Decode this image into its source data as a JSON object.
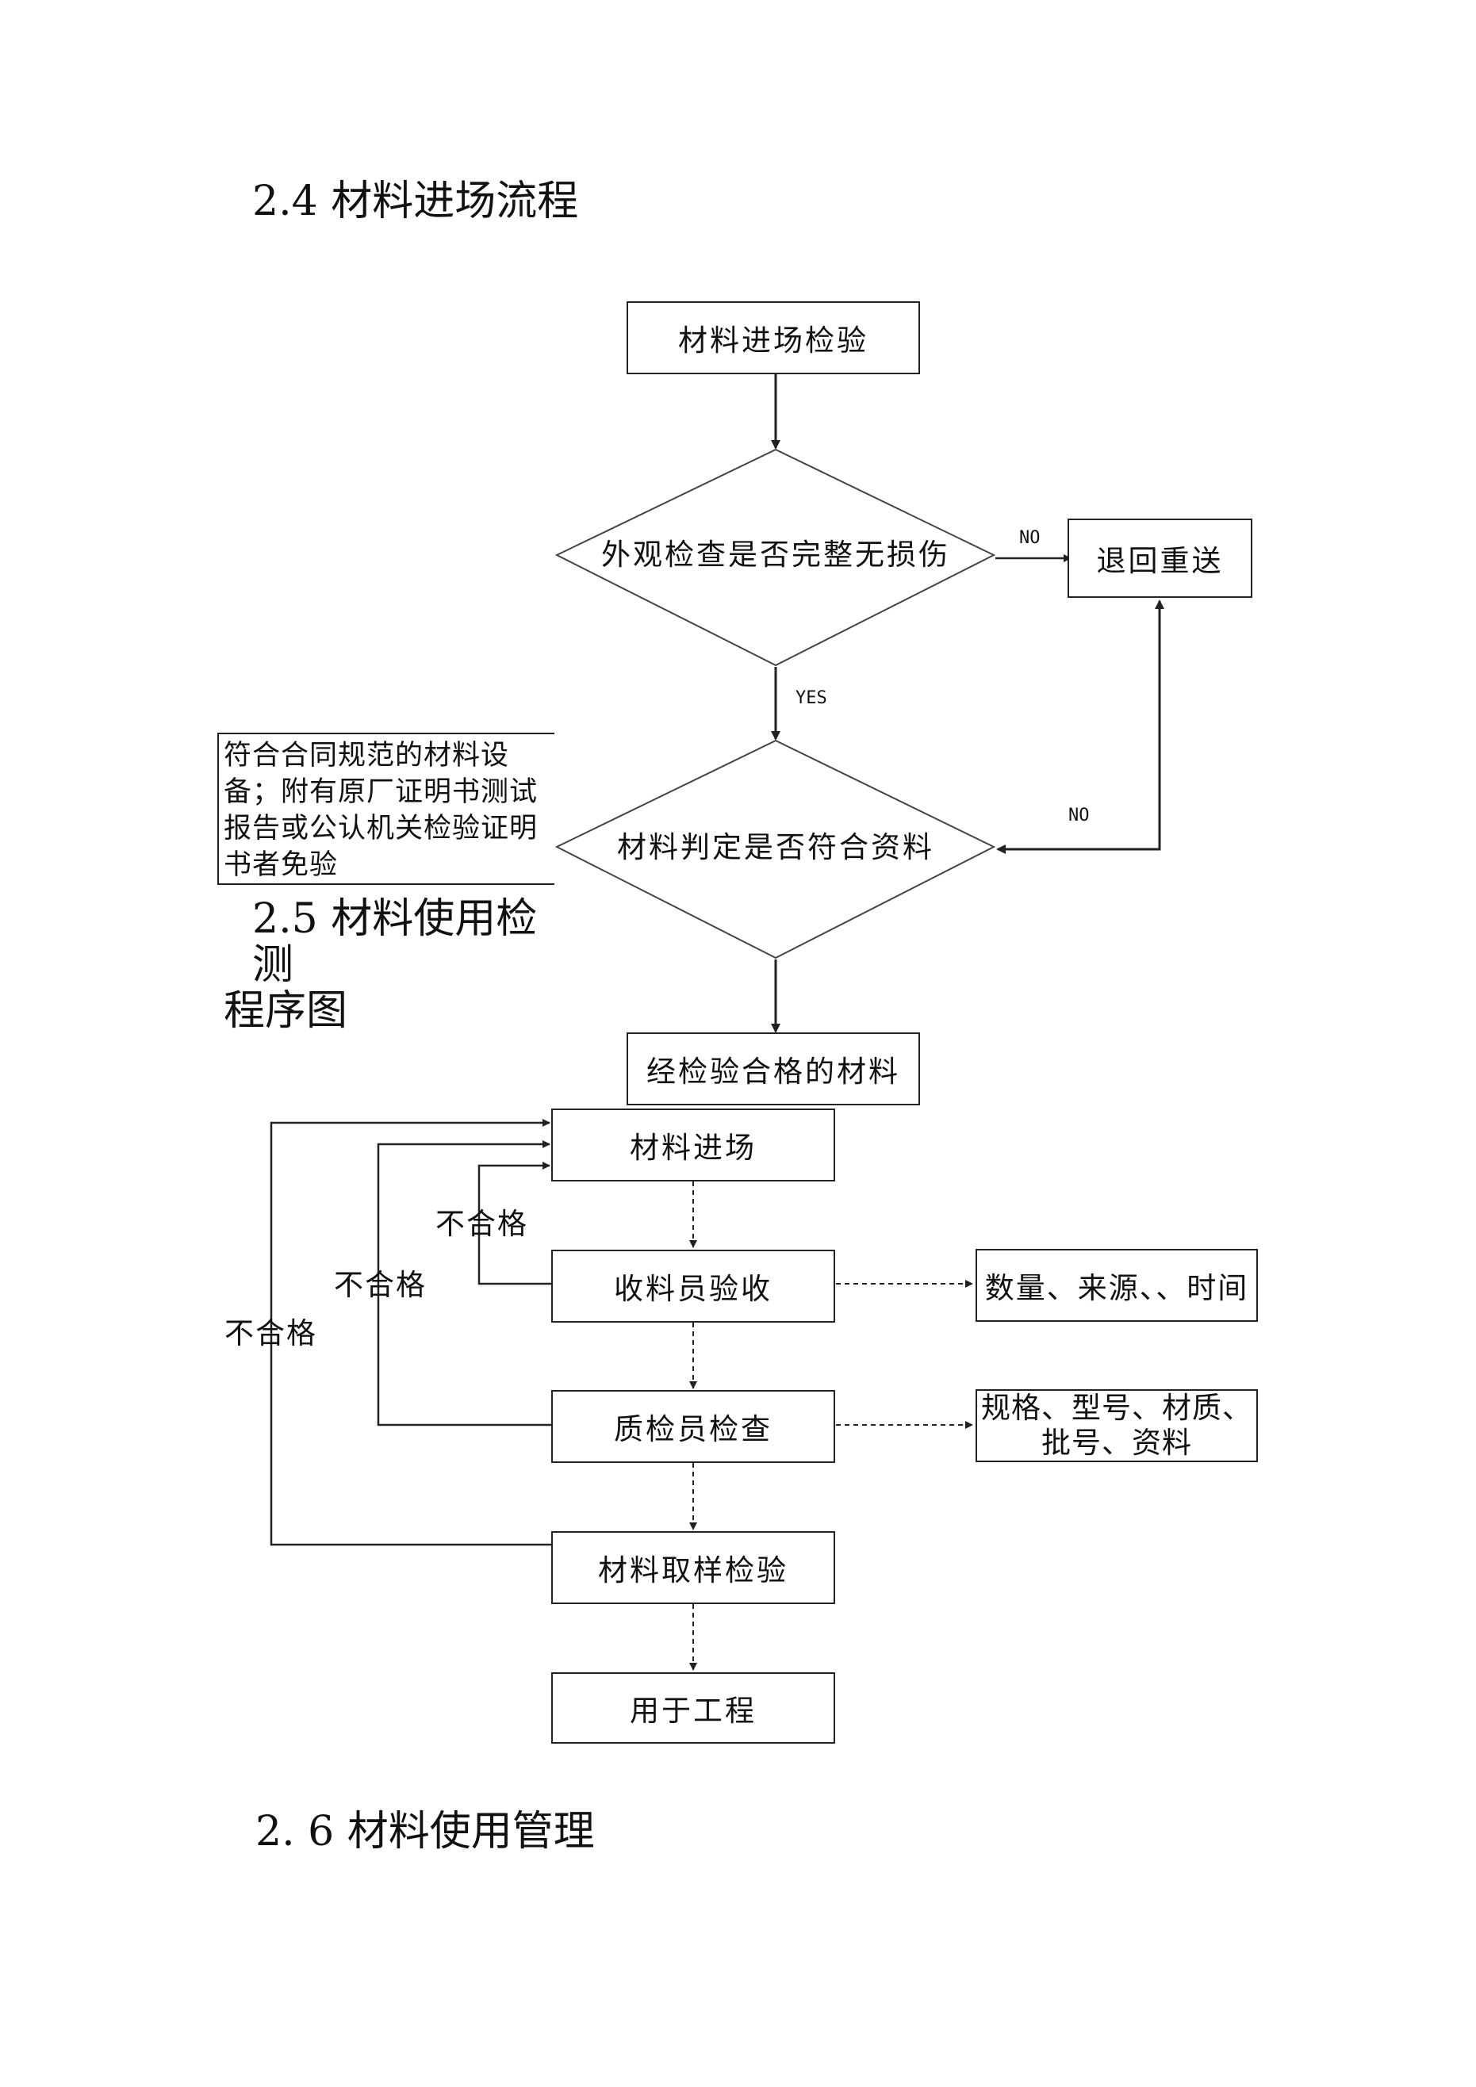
{
  "headings": {
    "h24": "2.4 材料进场流程",
    "h25_line1": "2.5 材料使用检测",
    "h25_line2": "程序图",
    "h26": "2. 6 材料使用管理"
  },
  "flow1": {
    "start": "材料进场检验",
    "diamond_appearance": "外观检查是否完整无损伤",
    "return_box": "退回重送",
    "no_label_top": "NO",
    "yes_label": "YES",
    "no_label_right": "NO",
    "diamond_judge": "材料判定是否符合资料",
    "note": "符合合同规范的材料设备；附有原厂证明书测试报告或公认机关检验证明书者免验",
    "end": "经检验合格的材料"
  },
  "flow2": {
    "arrival": "材料进场",
    "receive": "收料员验收",
    "quality": "质检员检查",
    "sample": "材料取样检验",
    "use": "用于工程",
    "side_receive": "数量、来源、、时间",
    "side_quality_line1": "规格、型号、材质、",
    "side_quality_line2": "批号、资料",
    "reject1": "不合格",
    "reject2": "不合格",
    "reject3": "不合格"
  }
}
